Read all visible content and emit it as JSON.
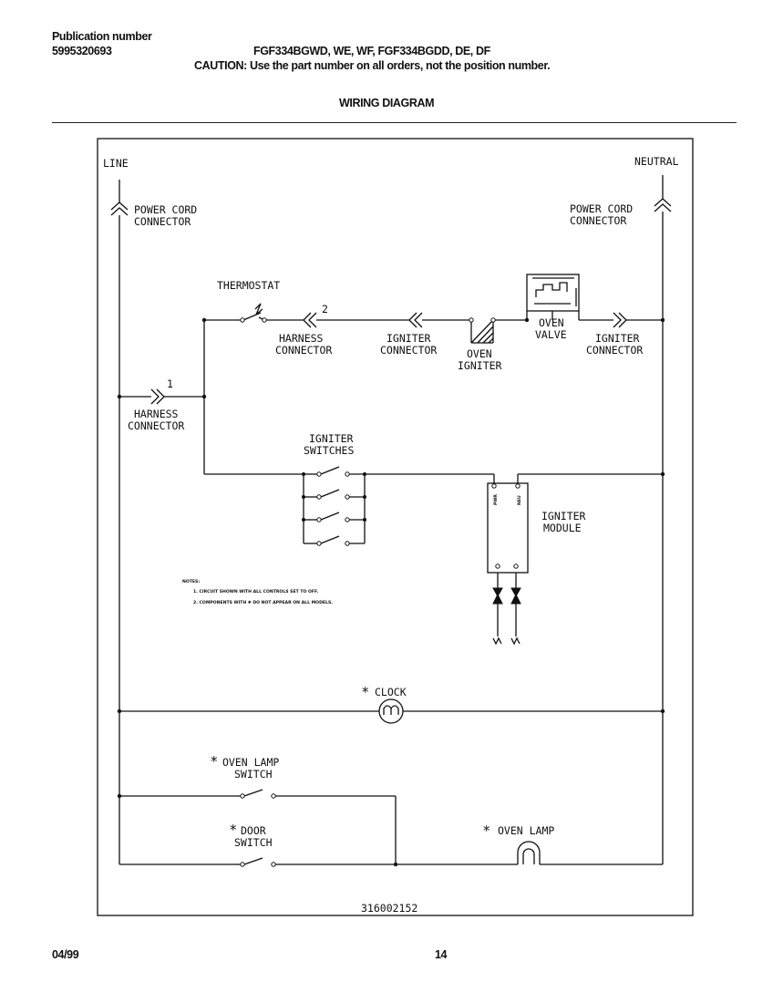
{
  "header": {
    "publication_label": "Publication number",
    "publication_number": "5995320693",
    "models": "FGF334BGWD, WE, WF, FGF334BGDD, DE, DF",
    "caution": "CAUTION:  Use the part number on all orders, not the position number.",
    "title": "WIRING DIAGRAM"
  },
  "diagram": {
    "line": "LINE",
    "neutral": "NEUTRAL",
    "power_cord_connector_left": [
      "POWER CORD",
      "CONNECTOR"
    ],
    "power_cord_connector_right": [
      "POWER CORD",
      "CONNECTOR"
    ],
    "thermostat": "THERMOSTAT",
    "harness_connector_top": [
      "HARNESS",
      "CONNECTOR"
    ],
    "harness_connector_top_number": "2",
    "igniter_connector_mid": [
      "IGNITER",
      "CONNECTOR"
    ],
    "oven_igniter": [
      "OVEN",
      "IGNITER"
    ],
    "oven_valve": [
      "OVEN",
      "VALVE"
    ],
    "igniter_connector_right": [
      "IGNITER",
      "CONNECTOR"
    ],
    "harness_connector_left": [
      "HARNESS",
      "CONNECTOR"
    ],
    "harness_connector_left_number": "1",
    "igniter_switches": [
      "IGNITER",
      "SWITCHES"
    ],
    "igniter_module": [
      "IGNITER",
      "MODULE"
    ],
    "module_pin_left": "PWR",
    "module_pin_right": "NEU",
    "notes_title": "NOTES:",
    "notes": [
      "1.  CIRCUIT SHOWN WITH ALL CONTROLS SET TO OFF.",
      "2.  COMPONENTS WITH ✱ DO NOT APPEAR ON ALL MODELS."
    ],
    "clock": "CLOCK",
    "oven_lamp_switch": [
      "OVEN LAMP",
      "SWITCH"
    ],
    "door_switch": [
      "DOOR",
      "SWITCH"
    ],
    "oven_lamp": "OVEN LAMP",
    "optional_marker": "*",
    "drawing_number": "316002152"
  },
  "footer": {
    "date": "04/99",
    "page": "14"
  }
}
